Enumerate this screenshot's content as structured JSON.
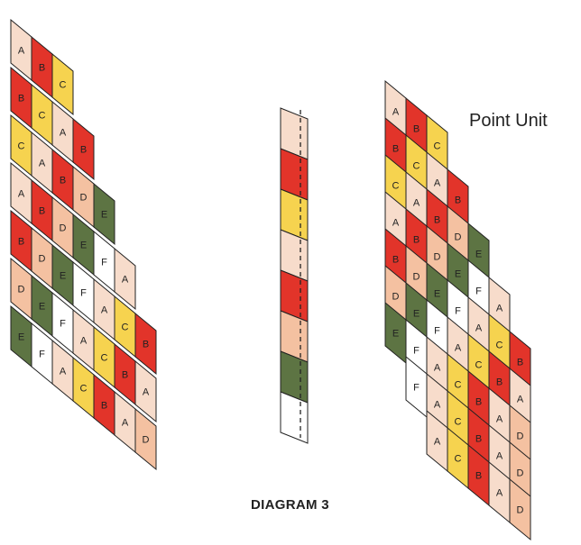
{
  "caption": "DIAGRAM 3",
  "point_unit_label": "Point Unit",
  "colors": {
    "A": "#f7dccb",
    "B": "#e2342a",
    "C": "#f6d34f",
    "D": "#f4c1a1",
    "E": "#5d7443",
    "F": "#ffffff"
  },
  "text_colors": {
    "A": "#333333",
    "B": "#ffffff",
    "C": "#333333",
    "D": "#333333",
    "E": "#ffffff",
    "F": "#333333"
  },
  "left_strips": [
    [
      "A",
      "B",
      "C"
    ],
    [
      "B",
      "C",
      "A",
      "B"
    ],
    [
      "C",
      "A",
      "B",
      "D",
      "E"
    ],
    [
      "A",
      "B",
      "D",
      "E",
      "F",
      "A"
    ],
    [
      "B",
      "D",
      "E",
      "F",
      "A",
      "C",
      "B"
    ],
    [
      "D",
      "E",
      "F",
      "A",
      "C",
      "B",
      "A"
    ],
    [
      "E",
      "F",
      "A",
      "C",
      "B",
      "A",
      "D"
    ]
  ],
  "middle_strip": [
    "A",
    "B",
    "C",
    "A",
    "B",
    "D",
    "E",
    "F"
  ],
  "point_unit_rows": [
    [
      "A",
      "B",
      "C"
    ],
    [
      "B",
      "C",
      "A",
      "B"
    ],
    [
      "C",
      "A",
      "B",
      "D",
      "E"
    ],
    [
      "A",
      "B",
      "D",
      "E",
      "F",
      "A"
    ],
    [
      "B",
      "D",
      "E",
      "F",
      "A",
      "C",
      "B"
    ],
    [
      "D",
      "E",
      "F",
      "A",
      "C",
      "B",
      "A"
    ],
    [
      "E",
      "F",
      "A",
      "C",
      "B",
      "A",
      "D"
    ],
    [
      "F",
      "A",
      "C",
      "B",
      "A",
      "D"
    ],
    [
      "A",
      "C",
      "B",
      "A",
      "D"
    ]
  ]
}
